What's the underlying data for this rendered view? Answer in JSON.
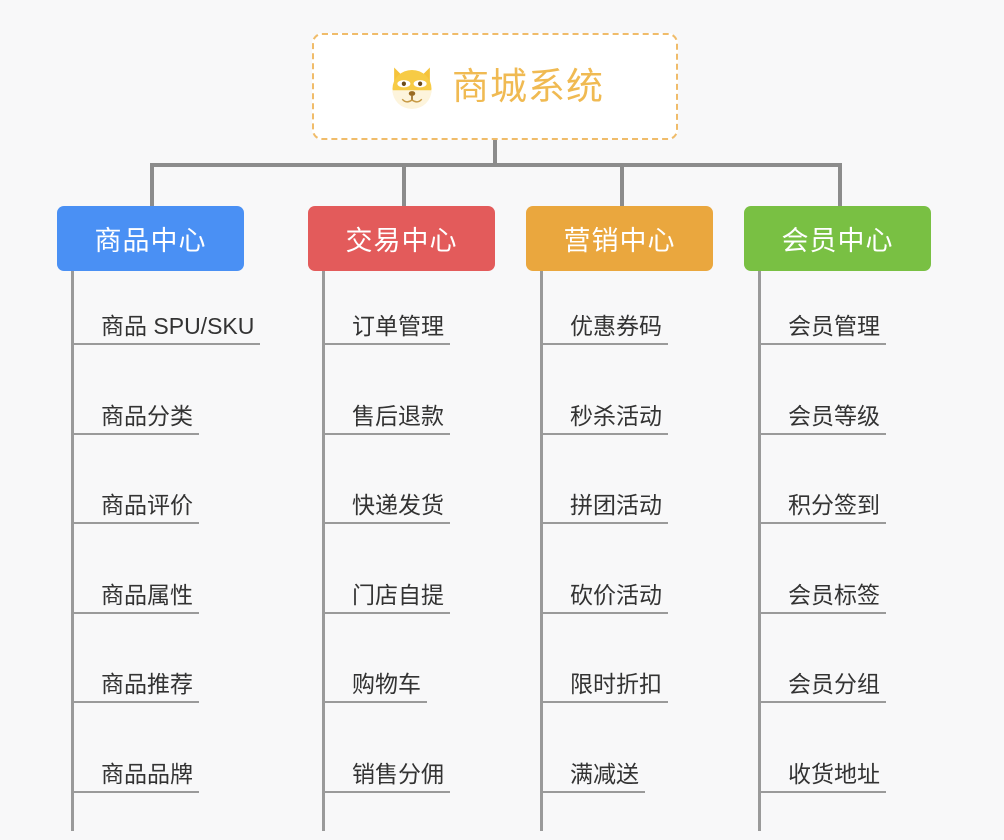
{
  "background_color": "#f8f8f9",
  "root": {
    "title": "商城系统",
    "logo_icon": "shiba-dog-face-icon",
    "border_color": "#f0bc6a",
    "text_color": "#f0ba52",
    "background_color": "#ffffff"
  },
  "connector_color": "#8c8c8c",
  "categories": [
    {
      "label": "商品中心",
      "color": "#4a90f4",
      "items": [
        "商品 SPU/SKU",
        "商品分类",
        "商品评价",
        "商品属性",
        "商品推荐",
        "商品品牌"
      ]
    },
    {
      "label": "交易中心",
      "color": "#e35b5b",
      "items": [
        "订单管理",
        "售后退款",
        "快递发货",
        "门店自提",
        "购物车",
        "销售分佣"
      ]
    },
    {
      "label": "营销中心",
      "color": "#eaa73e",
      "items": [
        "优惠券码",
        "秒杀活动",
        "拼团活动",
        "砍价活动",
        "限时折扣",
        "满减送"
      ]
    },
    {
      "label": "会员中心",
      "color": "#79c043",
      "items": [
        "会员管理",
        "会员等级",
        "积分签到",
        "会员标签",
        "会员分组",
        "收货地址"
      ]
    }
  ]
}
